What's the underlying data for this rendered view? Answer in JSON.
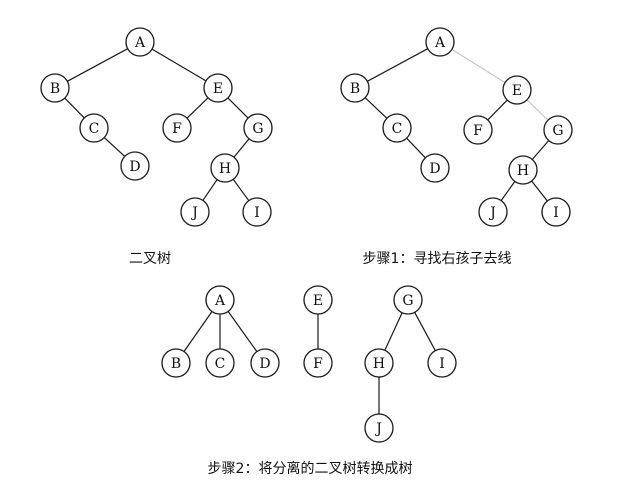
{
  "diagrams": [
    {
      "id": "binary-tree",
      "caption": "二叉树",
      "nodes": [
        "A",
        "B",
        "C",
        "D",
        "E",
        "F",
        "G",
        "H",
        "I",
        "J"
      ],
      "edges": [
        [
          "A",
          "B"
        ],
        [
          "A",
          "E"
        ],
        [
          "B",
          "C"
        ],
        [
          "C",
          "D"
        ],
        [
          "E",
          "F"
        ],
        [
          "E",
          "G"
        ],
        [
          "G",
          "H"
        ],
        [
          "H",
          "J"
        ],
        [
          "H",
          "I"
        ]
      ]
    },
    {
      "id": "step1",
      "caption": "步骤1：寻找右孩子去线",
      "nodes": [
        "A",
        "B",
        "C",
        "D",
        "E",
        "F",
        "G",
        "H",
        "I",
        "J"
      ],
      "edges": [
        [
          "A",
          "B"
        ],
        [
          "B",
          "C"
        ],
        [
          "C",
          "D"
        ],
        [
          "E",
          "F"
        ],
        [
          "G",
          "H"
        ],
        [
          "H",
          "J"
        ],
        [
          "H",
          "I"
        ]
      ],
      "removed_edges": [
        [
          "A",
          "E"
        ],
        [
          "E",
          "G"
        ]
      ]
    },
    {
      "id": "step2",
      "caption": "步骤2：将分离的二叉树转换成树",
      "nodes": [
        "A",
        "B",
        "C",
        "D",
        "E",
        "F",
        "G",
        "H",
        "I",
        "J"
      ],
      "edges": [
        [
          "A",
          "B"
        ],
        [
          "A",
          "C"
        ],
        [
          "A",
          "D"
        ],
        [
          "E",
          "F"
        ],
        [
          "G",
          "H"
        ],
        [
          "G",
          "I"
        ],
        [
          "H",
          "J"
        ]
      ]
    }
  ]
}
